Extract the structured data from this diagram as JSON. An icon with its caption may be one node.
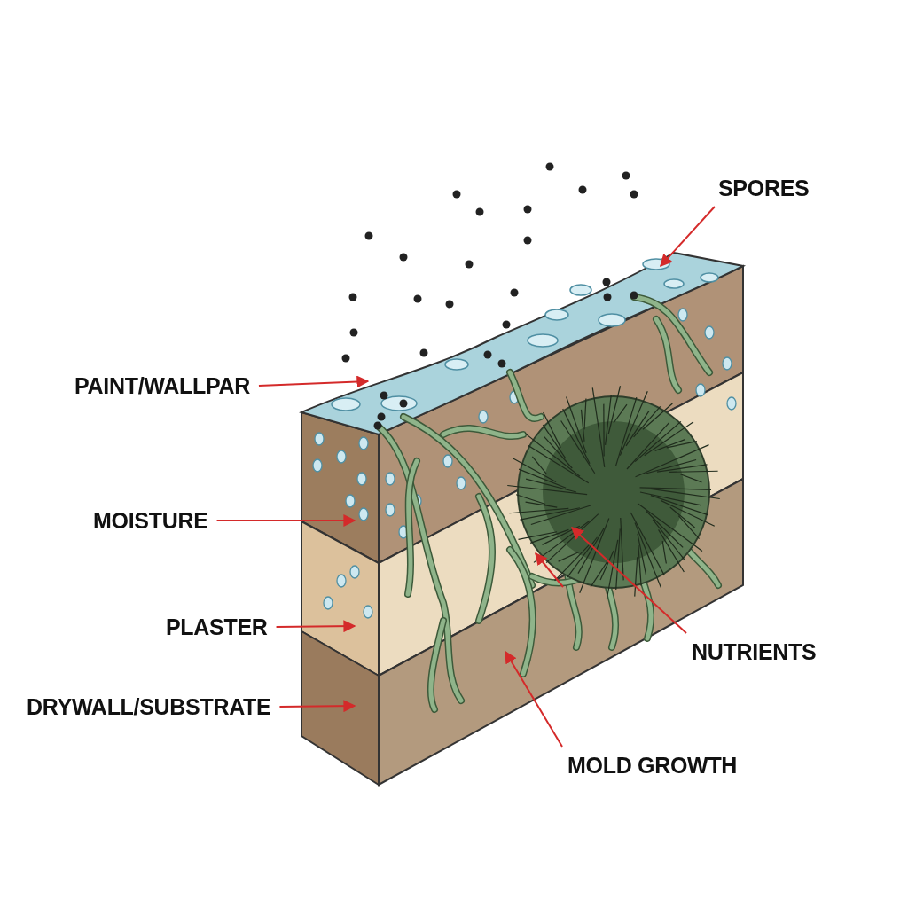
{
  "diagram": {
    "nodes": [
      {
        "text": [
          "SPORES"
        ]
      },
      {
        "text": [
          "PAINT/WALLPAR"
        ]
      },
      {
        "text": [
          "MOISTURE"
        ]
      },
      {
        "text": [
          "PLASTER"
        ]
      },
      {
        "text": [
          "DRYWALL/SUBSTRATE"
        ]
      },
      {
        "text": [
          "NUTRIENTS"
        ]
      },
      {
        "text": [
          "MOLD GROWTH"
        ]
      }
    ],
    "edges": [
      {
        "from": 0,
        "to": null,
        "arrow": "to"
      },
      {
        "from": 1,
        "to": null,
        "arrow": "to"
      },
      {
        "from": 2,
        "to": null,
        "arrow": "to"
      },
      {
        "from": 3,
        "to": null,
        "arrow": "to"
      },
      {
        "from": 4,
        "to": null,
        "arrow": "to"
      },
      {
        "from": 5,
        "to": null,
        "arrow": "to"
      },
      {
        "from": 6,
        "to": null,
        "arrow": "to"
      }
    ]
  }
}
